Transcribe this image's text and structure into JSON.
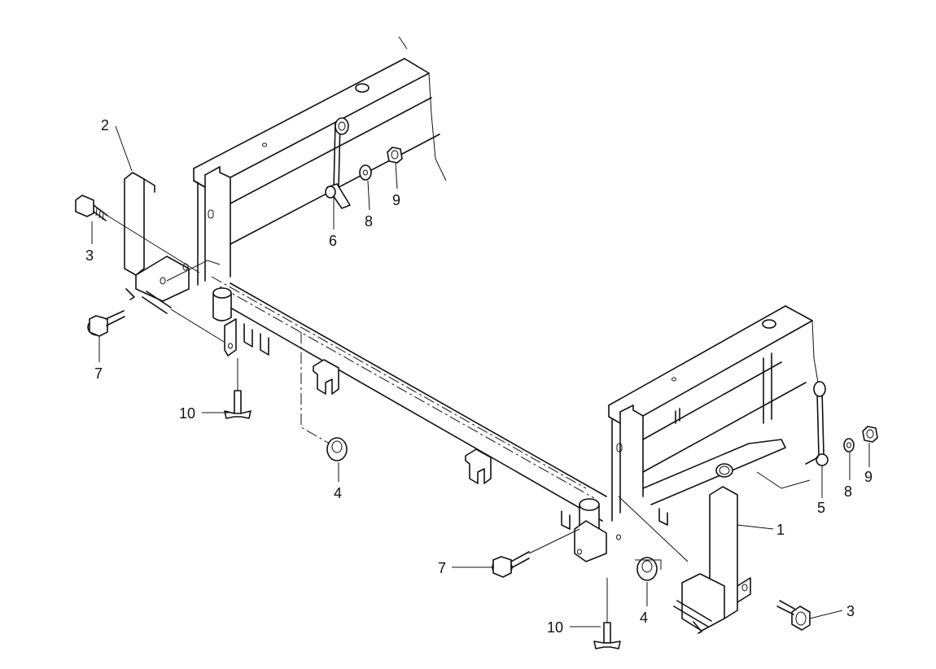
{
  "diagram": {
    "callouts": [
      {
        "id": "label-1",
        "text": "1"
      },
      {
        "id": "label-2",
        "text": "2"
      },
      {
        "id": "label-3-left",
        "text": "3"
      },
      {
        "id": "label-3-right",
        "text": "3"
      },
      {
        "id": "label-4-center",
        "text": "4"
      },
      {
        "id": "label-4-lower",
        "text": "4"
      },
      {
        "id": "label-5",
        "text": "5"
      },
      {
        "id": "label-6",
        "text": "6"
      },
      {
        "id": "label-7-left",
        "text": "7"
      },
      {
        "id": "label-7-lower",
        "text": "7"
      },
      {
        "id": "label-8-upper",
        "text": "8"
      },
      {
        "id": "label-8-right",
        "text": "8"
      },
      {
        "id": "label-9-upper",
        "text": "9"
      },
      {
        "id": "label-9-right",
        "text": "9"
      },
      {
        "id": "label-10-left",
        "text": "10"
      },
      {
        "id": "label-10-lower",
        "text": "10"
      }
    ]
  }
}
